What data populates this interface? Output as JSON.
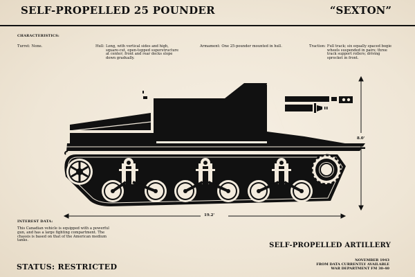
{
  "header": {
    "title": "SELF-PROPELLED 25 POUNDER",
    "nickname": "“SEXTON”"
  },
  "characteristics": {
    "heading": "CHARACTERISTICS:",
    "items": [
      {
        "label": "Turret:",
        "value": "None."
      },
      {
        "label": "Hull:",
        "value": "Long, with vertical sides and high, square-cut, open-topped superstructure at center; front and rear decks slope down gradually."
      },
      {
        "label": "Armament:",
        "value": "One 25-pounder mounted in hull."
      },
      {
        "label": "Traction:",
        "value": "Full track; six equally spaced bogie wheels suspended in pairs; three track support rollers; driving sprocket in front."
      }
    ]
  },
  "dimensions": {
    "length": "19.2'",
    "height": "8.0'"
  },
  "interest": {
    "heading": "INTEREST DATA:",
    "body": "This Canadian vehicle is equipped with a powerful gun, and has a large fighting compartment. The chassis is based on that of the American medium tanks."
  },
  "footer": {
    "status": "STATUS: RESTRICTED",
    "category": "SELF-PROPELLED ARTILLERY",
    "date": "NOVEMBER 1943",
    "source_line": "FROM DATA CURRENTLY AVAILABLE",
    "reference": "WAR DEPARTMENT FM 30-40"
  },
  "colors": {
    "paper": "#f3ebdd",
    "ink": "#111111"
  }
}
